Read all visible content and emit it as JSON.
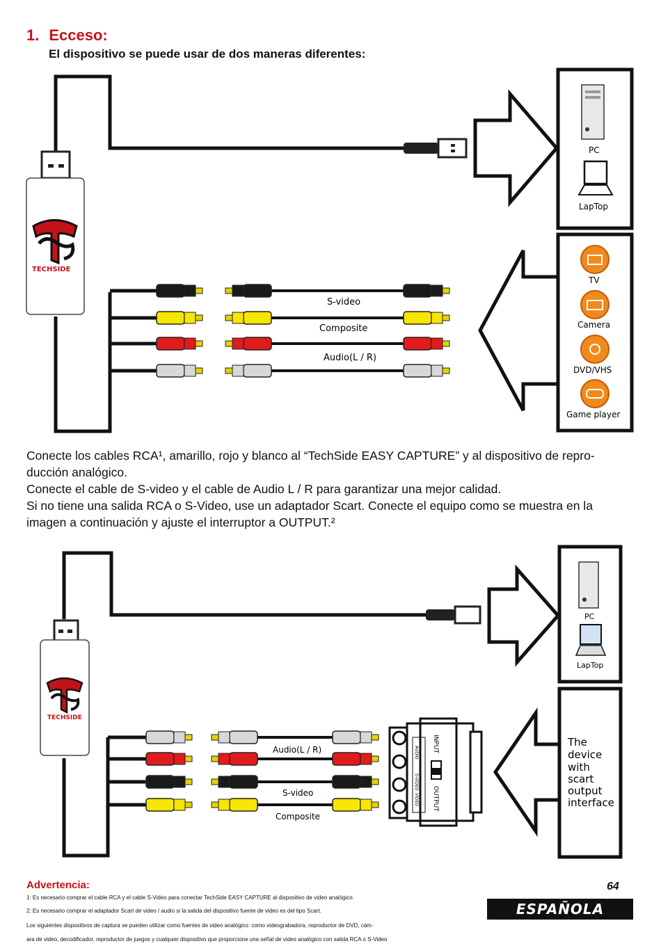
{
  "heading": {
    "number": "1.",
    "title": "Ecceso:"
  },
  "intro": "El dispositivo se puede usar de dos maneras diferentes:",
  "diagram1": {
    "devices_pc": [
      "PC",
      "LapTop"
    ],
    "devices_av": [
      "TV",
      "Camera",
      "DVD/VHS",
      "Game player"
    ],
    "cable_labels": [
      "S-video",
      "Composite",
      "Audio(L / R)"
    ],
    "brand": "TECHSIDE"
  },
  "paragraphs": [
    "Conecte los cables RCA¹, amarillo, rojo y blanco al “TechSide EASY CAPTURE” y al dispositivo de repro-ducción analógico.",
    "Conecte el cable de S-video y el cable de Audio L / R para garantizar una mejor calidad.",
    "Si no tiene una salida RCA o S-Video, use un adaptador Scart. Conecte el equipo como se muestra en la imagen a continuación y ajuste el interruptor a OUTPUT.²"
  ],
  "diagram2": {
    "devices_pc": [
      "PC",
      "LapTop"
    ],
    "scart_device": [
      "The",
      "device",
      "with",
      "scart",
      "output",
      "interface"
    ],
    "cable_labels": [
      "Audio(L / R)",
      "S-video",
      "Composite"
    ],
    "adapter_labels": [
      "INPUT",
      "OUTPUT",
      "AUDIO",
      "S-VIDEO",
      "VIDEO"
    ],
    "brand": "TECHSIDE"
  },
  "warning": {
    "title": "Advertencia:",
    "notes": [
      "1: Es necesario comprar el cable RCA y el cable S-Video para conectar TechSide EASY CAPTURE al dispositivo de video analógico.",
      "2: Es necesario comprar el adaptador Scart de video / audio si la salida del dispositivo fuente de video es del tipo Scart.",
      "Los siguientes dispositivos de captura se pueden utilizar como fuentes de video analógico: como videograbadora, reproductor de DVD, cám-",
      "ara de video, decodificador, reproductor de juegos y cualquier dispositivo que proporcione una señal de video analógico con salida RCA o S-Video"
    ]
  },
  "page_number": "64",
  "language": "ESPAÑOLA",
  "colors": {
    "accent": "#c4121a",
    "yellow": "#f6e600",
    "red": "#e01b1b",
    "orange": "#f08a1c"
  }
}
